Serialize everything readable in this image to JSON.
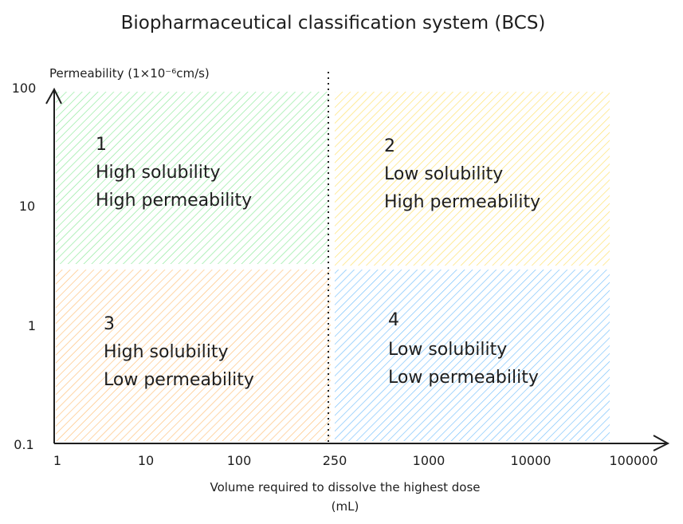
{
  "title": "Biopharmaceutical classification system (BCS)",
  "y_axis": {
    "label": "Permeability (1×10⁻⁶cm/s)",
    "ticks": [
      "100",
      "10",
      "1",
      "0.1"
    ]
  },
  "x_axis": {
    "label_line1": "Volume required to dissolve the highest dose",
    "label_line2": "(mL)",
    "ticks": [
      "1",
      "10",
      "100",
      "250",
      "1000",
      "10000",
      "100000"
    ]
  },
  "quadrants": [
    {
      "number": "1",
      "line1": "High solubility",
      "line2": "High permeability",
      "color": "#8ce99a"
    },
    {
      "number": "2",
      "line1": "Low solubility",
      "line2": "High permeability",
      "color": "#ffe066"
    },
    {
      "number": "3",
      "line1": "High solubility",
      "line2": "Low permeability",
      "color": "#ffc078"
    },
    {
      "number": "4",
      "line1": "Low solubility",
      "line2": "Low permeability",
      "color": "#74c0fc"
    }
  ]
}
